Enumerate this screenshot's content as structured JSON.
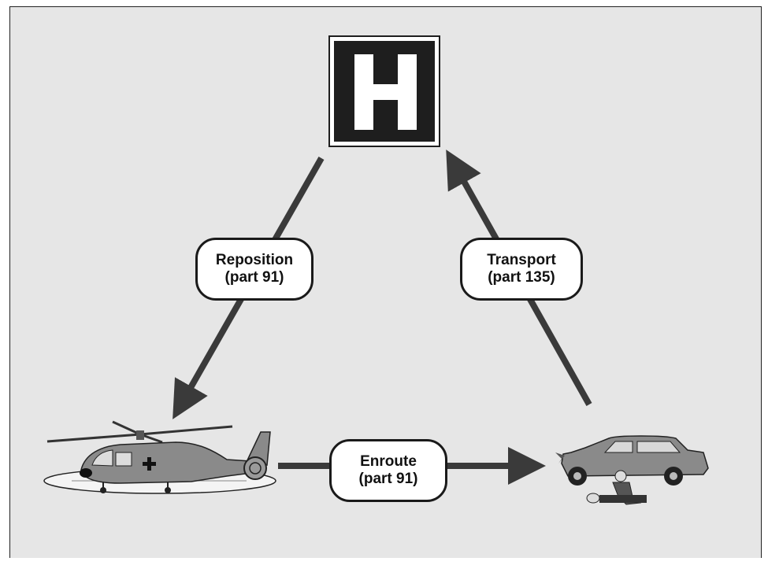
{
  "hospital": {
    "sign_letter": "H"
  },
  "edges": {
    "reposition": {
      "line1": "Reposition",
      "line2": "(part 91)"
    },
    "transport": {
      "line1": "Transport",
      "line2": "(part 135)"
    },
    "enroute": {
      "line1": "Enroute",
      "line2": "(part 91)"
    }
  },
  "colors": {
    "background": "#e6e6e6",
    "arrow": "#3a3a3a",
    "sign": "#1e1e1e"
  },
  "icons": {
    "hospital": "hospital-helipad-sign-icon",
    "helicopter": "medical-helicopter-icon",
    "accident": "car-accident-scene-icon"
  }
}
